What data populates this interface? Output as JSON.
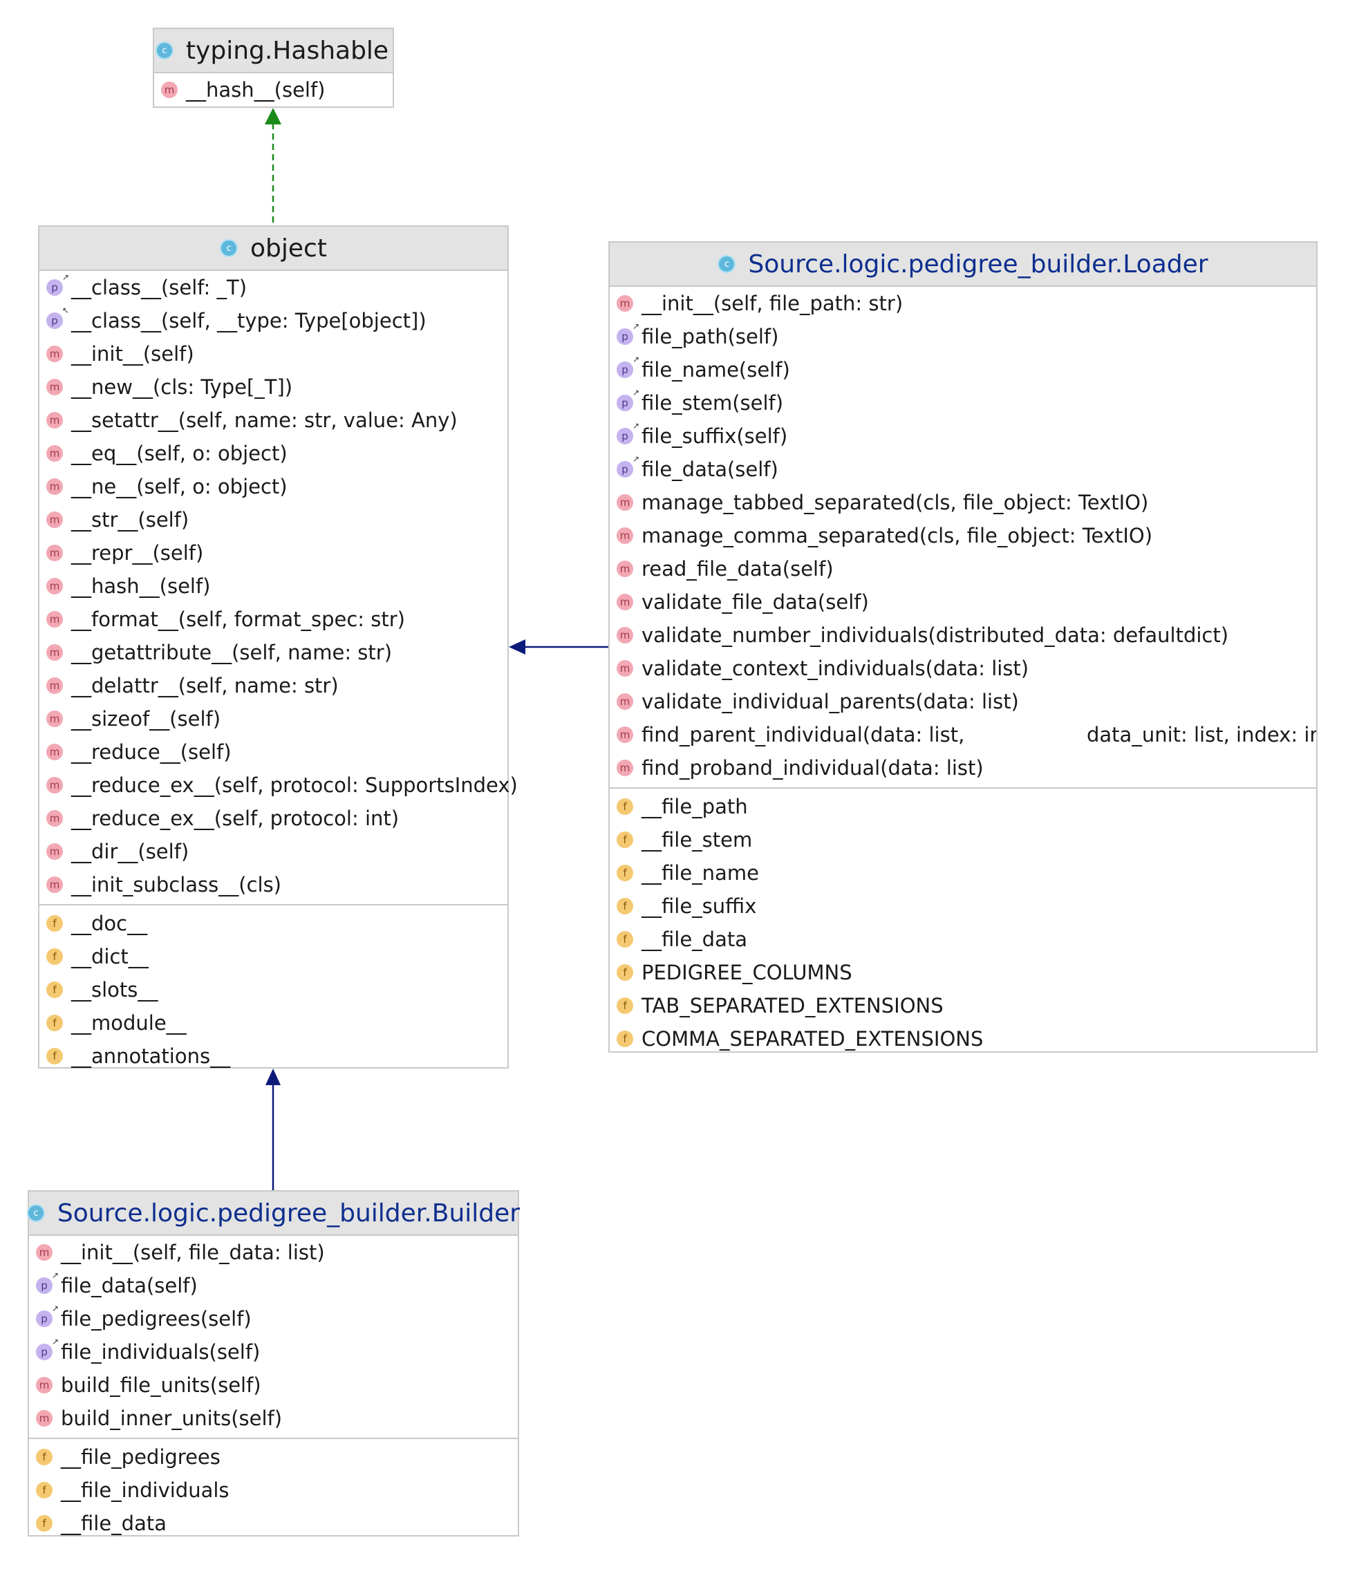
{
  "hashable": {
    "title": "typing.Hashable",
    "methods": [
      {
        "kind": "m",
        "text": "__hash__(self)"
      }
    ]
  },
  "object": {
    "title": "object",
    "methods": [
      {
        "kind": "p",
        "text": "__class__(self: _T)"
      },
      {
        "kind": "p",
        "text": "__class__(self, __type: Type[object])"
      },
      {
        "kind": "m",
        "text": "__init__(self)"
      },
      {
        "kind": "m",
        "text": "__new__(cls: Type[_T])"
      },
      {
        "kind": "m",
        "text": "__setattr__(self, name: str, value: Any)"
      },
      {
        "kind": "m",
        "text": "__eq__(self, o: object)"
      },
      {
        "kind": "m",
        "text": "__ne__(self, o: object)"
      },
      {
        "kind": "m",
        "text": "__str__(self)"
      },
      {
        "kind": "m",
        "text": "__repr__(self)"
      },
      {
        "kind": "m",
        "text": "__hash__(self)"
      },
      {
        "kind": "m",
        "text": "__format__(self, format_spec: str)"
      },
      {
        "kind": "m",
        "text": "__getattribute__(self, name: str)"
      },
      {
        "kind": "m",
        "text": "__delattr__(self, name: str)"
      },
      {
        "kind": "m",
        "text": "__sizeof__(self)"
      },
      {
        "kind": "m",
        "text": "__reduce__(self)"
      },
      {
        "kind": "m",
        "text": "__reduce_ex__(self, protocol: SupportsIndex)"
      },
      {
        "kind": "m",
        "text": "__reduce_ex__(self, protocol: int)"
      },
      {
        "kind": "m",
        "text": "__dir__(self)"
      },
      {
        "kind": "m",
        "text": "__init_subclass__(cls)"
      }
    ],
    "fields": [
      "__doc__",
      "__dict__",
      "__slots__",
      "__module__",
      "__annotations__"
    ]
  },
  "loader": {
    "title": "Source.logic.pedigree_builder.Loader",
    "methods": [
      {
        "kind": "m",
        "text": "__init__(self, file_path: str)"
      },
      {
        "kind": "p",
        "text": "file_path(self)"
      },
      {
        "kind": "p",
        "text": "file_name(self)"
      },
      {
        "kind": "p",
        "text": "file_stem(self)"
      },
      {
        "kind": "p",
        "text": "file_suffix(self)"
      },
      {
        "kind": "p",
        "text": "file_data(self)"
      },
      {
        "kind": "m",
        "text": "manage_tabbed_separated(cls, file_object: TextIO)"
      },
      {
        "kind": "m",
        "text": "manage_comma_separated(cls, file_object: TextIO)"
      },
      {
        "kind": "m",
        "text": "read_file_data(self)"
      },
      {
        "kind": "m",
        "text": "validate_file_data(self)"
      },
      {
        "kind": "m",
        "text": "validate_number_individuals(distributed_data: defaultdict)"
      },
      {
        "kind": "m",
        "text": "validate_context_individuals(data: list)"
      },
      {
        "kind": "m",
        "text": "validate_individual_parents(data: list)"
      },
      {
        "kind": "m",
        "text": "find_parent_individual(data: list,",
        "text2": "data_unit: list, index: int)"
      },
      {
        "kind": "m",
        "text": "find_proband_individual(data: list)"
      }
    ],
    "fields": [
      "__file_path",
      "__file_stem",
      "__file_name",
      "__file_suffix",
      "__file_data",
      "PEDIGREE_COLUMNS",
      "TAB_SEPARATED_EXTENSIONS",
      "COMMA_SEPARATED_EXTENSIONS"
    ]
  },
  "builder": {
    "title": "Source.logic.pedigree_builder.Builder",
    "methods": [
      {
        "kind": "m",
        "text": "__init__(self, file_data: list)"
      },
      {
        "kind": "p",
        "text": "file_data(self)"
      },
      {
        "kind": "p",
        "text": "file_pedigrees(self)"
      },
      {
        "kind": "p",
        "text": "file_individuals(self)"
      },
      {
        "kind": "m",
        "text": "build_file_units(self)"
      },
      {
        "kind": "m",
        "text": "build_inner_units(self)"
      }
    ],
    "fields": [
      "__file_pedigrees",
      "__file_individuals",
      "__file_data"
    ]
  },
  "icons": {
    "class": "c",
    "method": "m",
    "property": "p",
    "field": "f"
  },
  "colors": {
    "implements_arrow": "#1a8a1a",
    "extends_arrow": "#0c1a7a",
    "project_class_title": "#0d2e8e"
  }
}
